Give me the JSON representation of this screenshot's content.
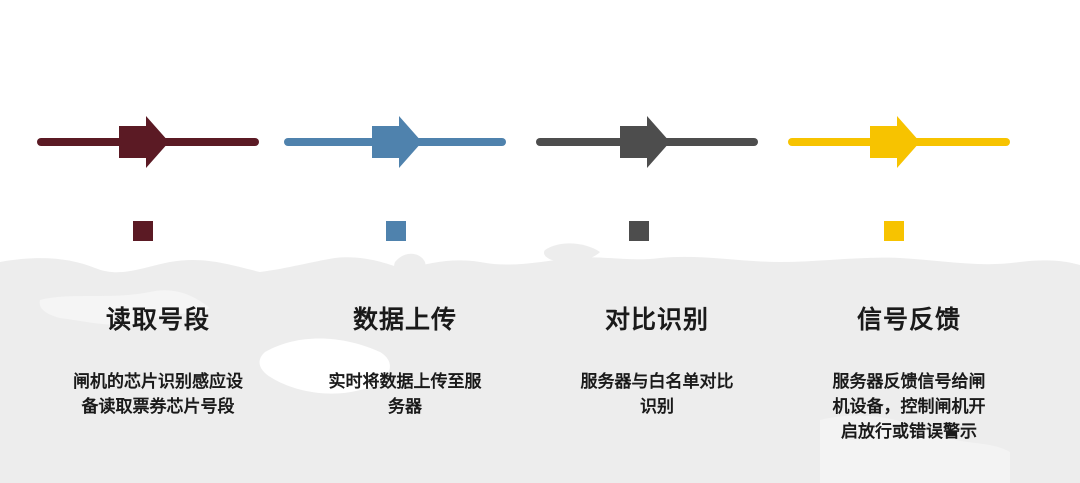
{
  "steps": [
    {
      "title": "读取号段",
      "desc_lines": [
        "闸机的芯片识别感应设",
        "备读取票券芯片号段"
      ],
      "color": "#5b1a24",
      "icon": "arrow-right-icon"
    },
    {
      "title": "数据上传",
      "desc_lines": [
        "实时将数据上传至服",
        "务器"
      ],
      "color": "#4f82ad",
      "icon": "arrow-right-icon"
    },
    {
      "title": "对比识别",
      "desc_lines": [
        "服务器与白名单对比",
        "识别"
      ],
      "color": "#4d4d4d",
      "icon": "arrow-right-icon"
    },
    {
      "title": "信号反馈",
      "desc_lines": [
        "服务器反馈信号给闸",
        "机设备，控制闸机开",
        "启放行或错误警示"
      ],
      "color": "#f7c300",
      "icon": "arrow-right-icon"
    }
  ],
  "background": {
    "map_color": "#ededed",
    "icon": "world-map-background"
  }
}
